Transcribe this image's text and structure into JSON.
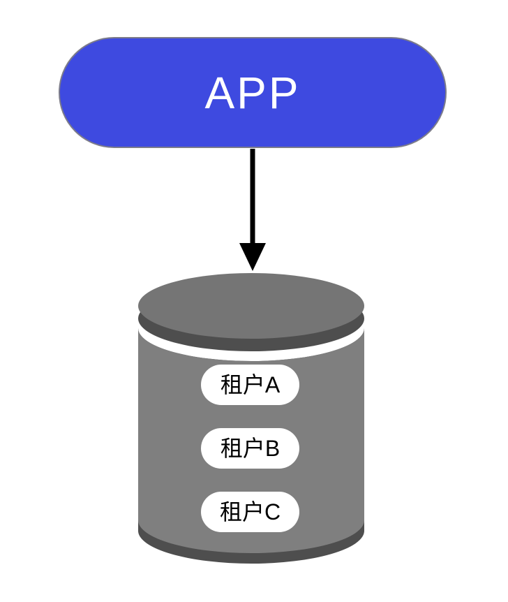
{
  "diagram": {
    "app_node": {
      "label": "APP"
    },
    "arrow": {
      "direction": "down",
      "from": "app_node",
      "to": "database"
    },
    "database": {
      "shape": "cylinder",
      "tenants": [
        {
          "label": "租户A"
        },
        {
          "label": "租户B"
        },
        {
          "label": "租户C"
        }
      ]
    },
    "colors": {
      "background": "#ffffff",
      "app_fill": "#3e4ae0",
      "app_border": "#7c7c8a",
      "app_text": "#ffffff",
      "cylinder_body": "#7f7f7f",
      "cylinder_lid": "#757575",
      "cylinder_edge_dark": "#4e4e4e",
      "tenant_pill_fill": "#ffffff",
      "tenant_pill_text": "#000000",
      "arrow": "#000000"
    }
  }
}
